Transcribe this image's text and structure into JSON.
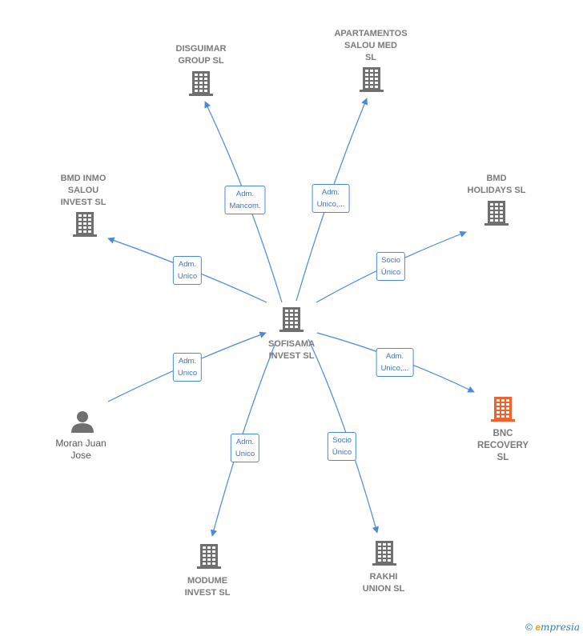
{
  "center": {
    "label": "SOFISAMA\nINVEST  SL"
  },
  "nodes": [
    {
      "id": "disguimar",
      "label": "DISGUIMAR\nGROUP SL",
      "type": "company"
    },
    {
      "id": "apartamentos",
      "label": "APARTAMENTOS\nSALOU MED\nSL",
      "type": "company"
    },
    {
      "id": "bmd-inmo",
      "label": "BMD INMO\nSALOU\nINVEST  SL",
      "type": "company"
    },
    {
      "id": "bmd-holidays",
      "label": "BMD\nHOLIDAYS SL",
      "type": "company"
    },
    {
      "id": "bnc",
      "label": "BNC\nRECOVERY\nSL",
      "type": "company-highlight"
    },
    {
      "id": "moran",
      "label": "Moran Juan\nJose",
      "type": "person"
    },
    {
      "id": "modume",
      "label": "MODUME\nINVEST  SL",
      "type": "company"
    },
    {
      "id": "rakhi",
      "label": "RAKHI\nUNION  SL",
      "type": "company"
    }
  ],
  "relations": [
    {
      "id": "rel-disguimar",
      "label": "Adm.\nMancom."
    },
    {
      "id": "rel-apartamentos",
      "label": "Adm.\nUnico,..."
    },
    {
      "id": "rel-bmd-inmo",
      "label": "Adm.\nUnico"
    },
    {
      "id": "rel-bmd-holidays",
      "label": "Socio\nÚnico"
    },
    {
      "id": "rel-bnc",
      "label": "Adm.\nUnico,..."
    },
    {
      "id": "rel-moran",
      "label": "Adm.\nUnico"
    },
    {
      "id": "rel-modume",
      "label": "Adm.\nUnico"
    },
    {
      "id": "rel-rakhi",
      "label": "Socio\nÚnico"
    }
  ],
  "colors": {
    "line": "#4a88d8",
    "company": "#6f6f6f",
    "highlight": "#f0622d",
    "person": "#6f6f6f"
  },
  "footer": {
    "copyright": "©",
    "brand_e": "e",
    "brand": "mpresia"
  }
}
